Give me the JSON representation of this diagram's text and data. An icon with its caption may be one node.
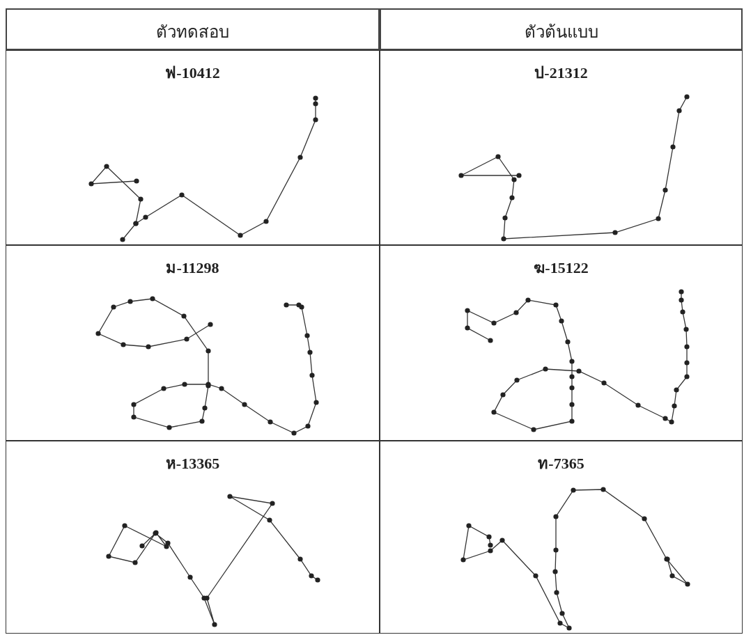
{
  "diagram": {
    "labels": [
      "ตัวทดสอบ",
      "ตัวต้นแบบ",
      "ฟ-10412",
      "ป-21312",
      "ม-11298",
      "ฆ-15122",
      "ห-13365",
      "ท-7365"
    ]
  }
}
